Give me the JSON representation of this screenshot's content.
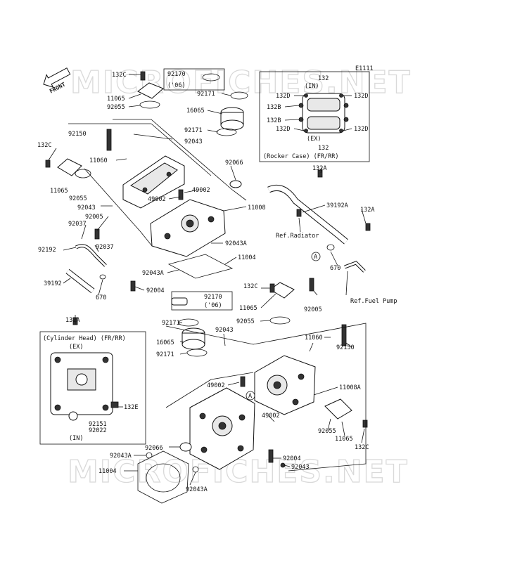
{
  "diagram_code": "E1111",
  "watermark": "MICROFICHES.NET",
  "front_label": "FRONT",
  "labels": {
    "132c_a": "132C",
    "92170_a": "92170",
    "06_a": "('06)",
    "92171_a": "92171",
    "11065_a": "11065",
    "92055_a": "92055",
    "16065_a": "16065",
    "92171_b": "92171",
    "92150_a": "92150",
    "92043_a": "92043",
    "132c_b": "132C",
    "11060_a": "11060",
    "92066_a": "92066",
    "11065_b": "11065",
    "92055_b": "92055",
    "49002_a": "49002",
    "49002_b": "49002",
    "92043_b": "92043",
    "11008": "11008",
    "92005_a": "92005",
    "92037_a": "92037",
    "92037_b": "92037",
    "92192": "92192",
    "92043a_a": "92043A",
    "11004_a": "11004",
    "92043a_b": "92043A",
    "39192": "39192",
    "92004_a": "92004",
    "670_a": "670",
    "132a_a": "132A",
    "92170_b": "92170",
    "06_b": "('06)",
    "132c_c": "132C",
    "11065_c": "11065",
    "92005_b": "92005",
    "92171_c": "92171",
    "92055_c": "92055",
    "92043_c": "92043",
    "16065_b": "16065",
    "11060_b": "11060",
    "92150_b": "92150",
    "92171_d": "92171",
    "49002_c": "49002",
    "11008a": "11008A",
    "49002_d": "49002",
    "92055_d": "92055",
    "11065_d": "11065",
    "132c_d": "132C",
    "92066_b": "92066",
    "92043a_c": "92043A",
    "11004_b": "11004",
    "92004_b": "92004",
    "92043_d": "92043",
    "92043a_d": "92043A",
    "132a_b": "132A",
    "39192a": "39192A",
    "132a_c": "132A",
    "ref_radiator": "Ref.Radiator",
    "ref_fuel_pump": "Ref.Fuel Pump",
    "670_b": "670",
    "circle_a_1": "A",
    "circle_a_2": "A"
  },
  "inset_rocker": {
    "p132_top": "132",
    "in": "(IN)",
    "p132d_1": "132D",
    "p132d_2": "132D",
    "p132b_1": "132B",
    "p132b_2": "132B",
    "p132d_3": "132D",
    "p132d_4": "132D",
    "ex": "(EX)",
    "p132_bot": "132",
    "caption": "(Rocker Case) (FR/RR)"
  },
  "inset_head": {
    "caption": "(Cylinder Head) (FR/RR)",
    "ex": "(EX)",
    "p132e": "132E",
    "p92151": "92151",
    "p92022": "92022",
    "in": "(IN)"
  }
}
